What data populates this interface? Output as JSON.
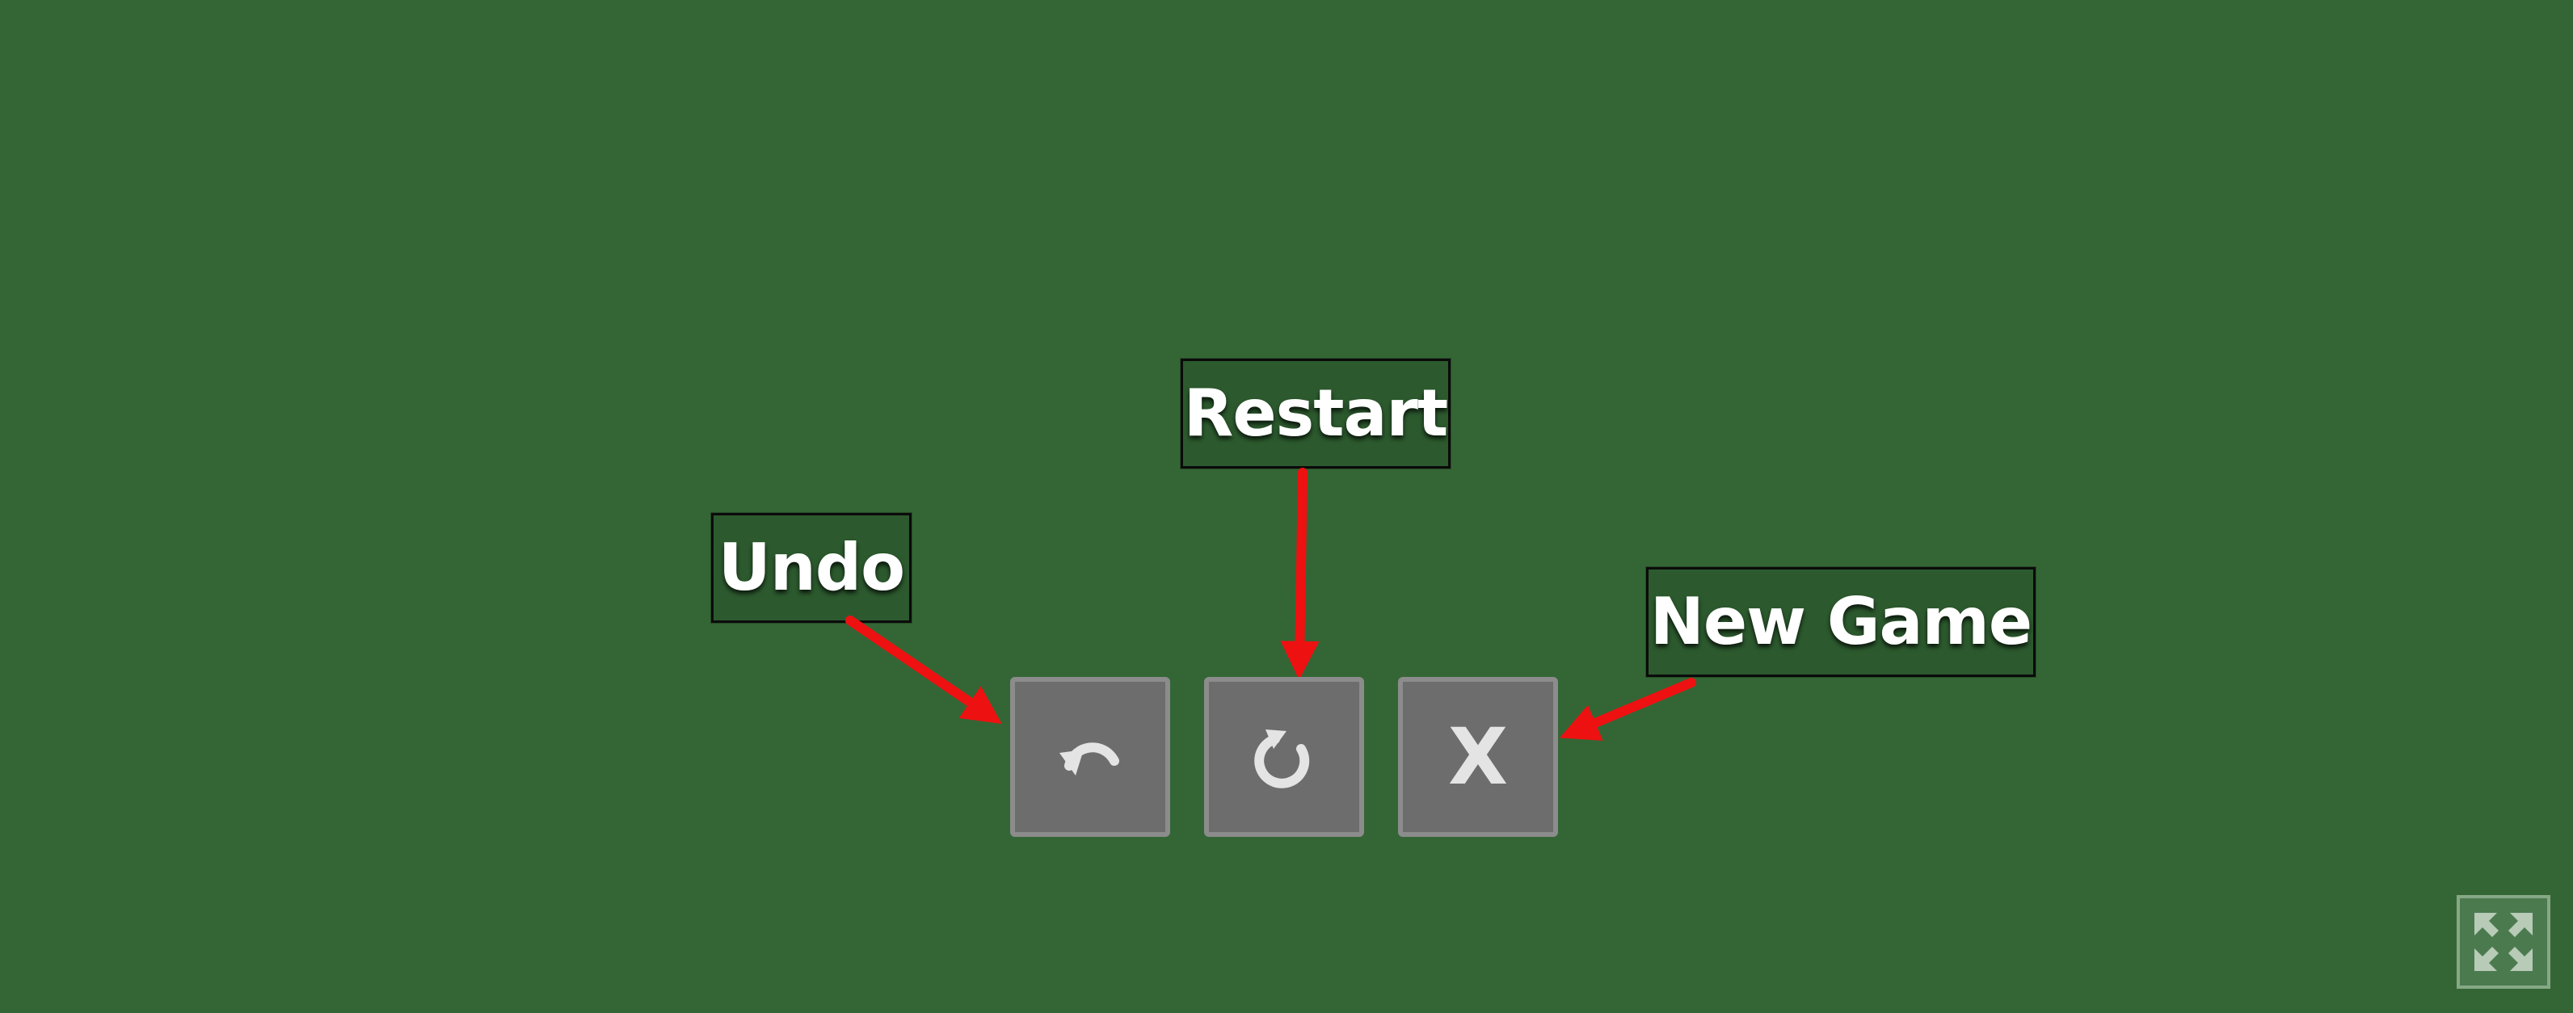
{
  "annotations": {
    "undo": "Undo",
    "restart": "Restart",
    "new_game": "New Game"
  },
  "toolbar": {
    "undo_icon": "undo-arrow-icon",
    "restart_icon": "restart-arrow-icon",
    "new_game_label": "X"
  },
  "fullscreen": {
    "icon": "fullscreen-expand-icon"
  },
  "colors": {
    "background": "#346635",
    "button_fill": "#6d6d6d",
    "button_border": "#8c8c8c",
    "arrow": "#ee1111"
  }
}
